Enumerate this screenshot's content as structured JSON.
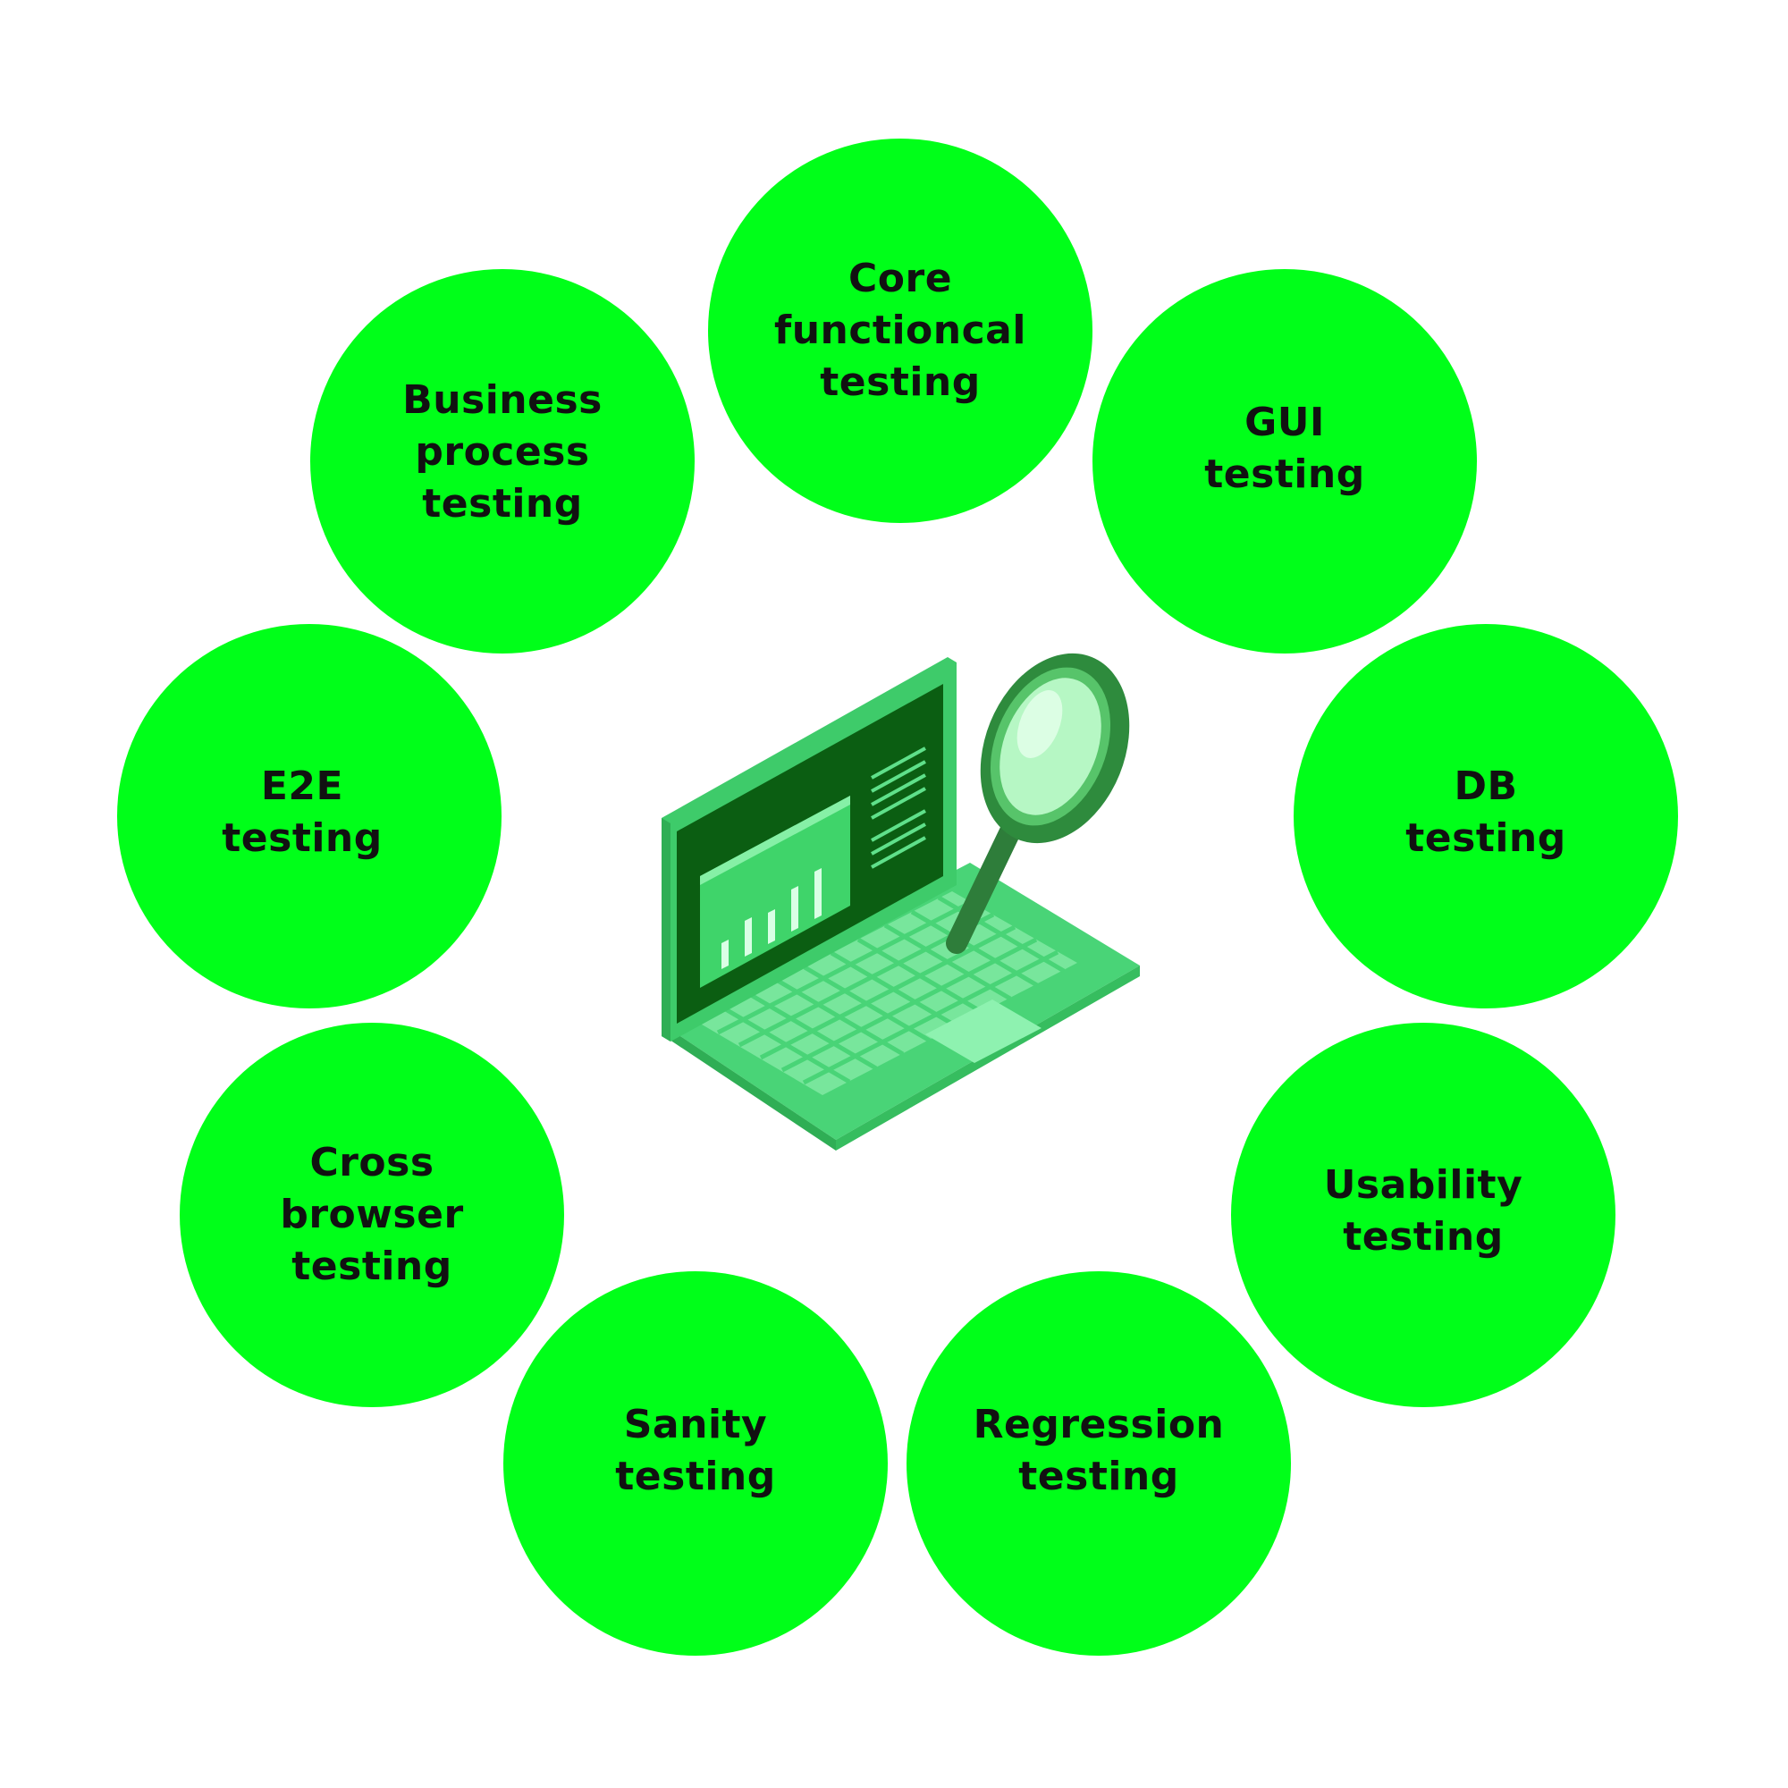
{
  "colors": {
    "circle_fill": "#00ff19",
    "label_text": "#111111",
    "laptop_body": "#3ecb6a",
    "laptop_screen": "#0b5e12",
    "magnifier_rim": "#2e8b3d"
  },
  "center_illustration": {
    "icon": "laptop-with-magnifier-icon"
  },
  "circles": [
    {
      "label": "Core\nfunctioncal\ntesting"
    },
    {
      "label": "Business\nprocess\ntesting"
    },
    {
      "label": "GUI\ntesting"
    },
    {
      "label": "E2E\ntesting"
    },
    {
      "label": "DB\ntesting"
    },
    {
      "label": "Cross\nbrowser\ntesting"
    },
    {
      "label": "Usability\ntesting"
    },
    {
      "label": "Sanity\ntesting"
    },
    {
      "label": "Regression\ntesting"
    }
  ]
}
